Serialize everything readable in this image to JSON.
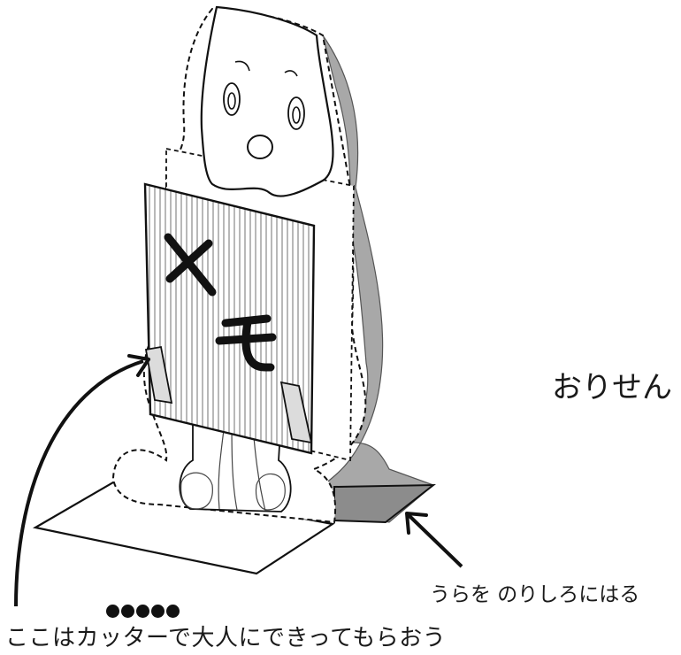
{
  "labels": {
    "fold_line": "おりせん",
    "glue_back": "うらを のりしろにはる",
    "cutter_note": "ここはカッターで大人にできってもらおう"
  },
  "emphasis_dots": 5,
  "board": {
    "letter_1": "メ",
    "letter_2": "モ"
  },
  "colors": {
    "line": "#111111",
    "shadow": "#a8a8a8",
    "stripe": "#9a9a9a"
  }
}
